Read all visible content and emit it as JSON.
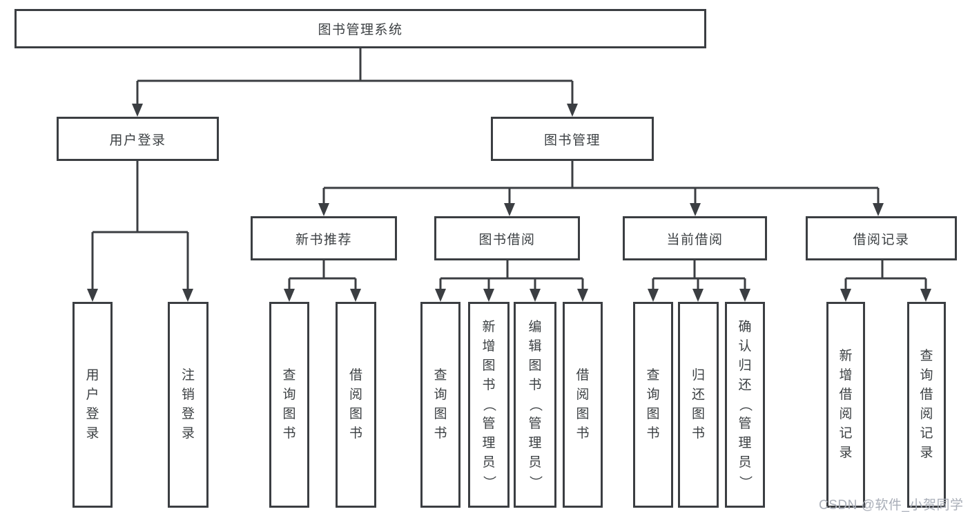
{
  "diagram": {
    "root": "图书管理系统",
    "branches": {
      "user_login": {
        "label": "用户登录",
        "children": {
          "login": "用户登录",
          "logout": "注销登录"
        }
      },
      "book_management": {
        "label": "图书管理",
        "children": {
          "new_book_recommend": {
            "label": "新书推荐",
            "children": {
              "query": "查询图书",
              "borrow": "借阅图书"
            }
          },
          "book_borrow": {
            "label": "图书借阅",
            "children": {
              "query": "查询图书",
              "add": "新增图书（管理员）",
              "edit": "编辑图书（管理员）",
              "borrow": "借阅图书"
            }
          },
          "current_borrow": {
            "label": "当前借阅",
            "children": {
              "query": "查询图书",
              "return": "归还图书",
              "confirm": "确认归还（管理员）"
            }
          },
          "borrow_records": {
            "label": "借阅记录",
            "children": {
              "add": "新增借阅记录",
              "query": "查询借阅记录"
            }
          }
        }
      }
    }
  },
  "watermark": "CSDN @软件_小贺同学",
  "colors": {
    "line": "#3b3e42",
    "text": "#3c4043",
    "watermark": "#a9aeb8"
  }
}
